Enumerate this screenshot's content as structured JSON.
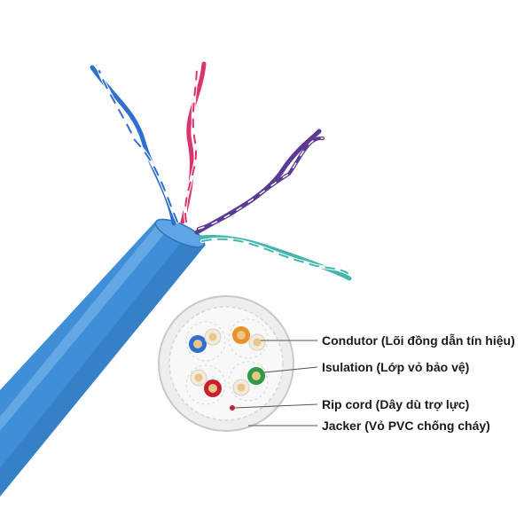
{
  "labels": {
    "conductor": "Condutor (Lõi đồng dẫn tín hiệu)",
    "insulation": "Isulation (Lớp vỏ bảo vệ)",
    "rip_cord": "Rip cord (Dây dù trợ lực)",
    "jacket": "Jacker (Vỏ PVC chống cháy)"
  },
  "colors": {
    "jacket": "#3f8fd8",
    "jacket_dark": "#2f74bb",
    "pair_blue": "#2f6fcf",
    "pair_orange": "#e8922a",
    "pair_green": "#2e9a45",
    "pair_brown": "#c8202a",
    "wire_pink": "#d9346b",
    "wire_purple": "#5a3a93",
    "wire_teal": "#44b6b0",
    "rip_cord": "#c0263a",
    "copper": "#e9c58a"
  }
}
